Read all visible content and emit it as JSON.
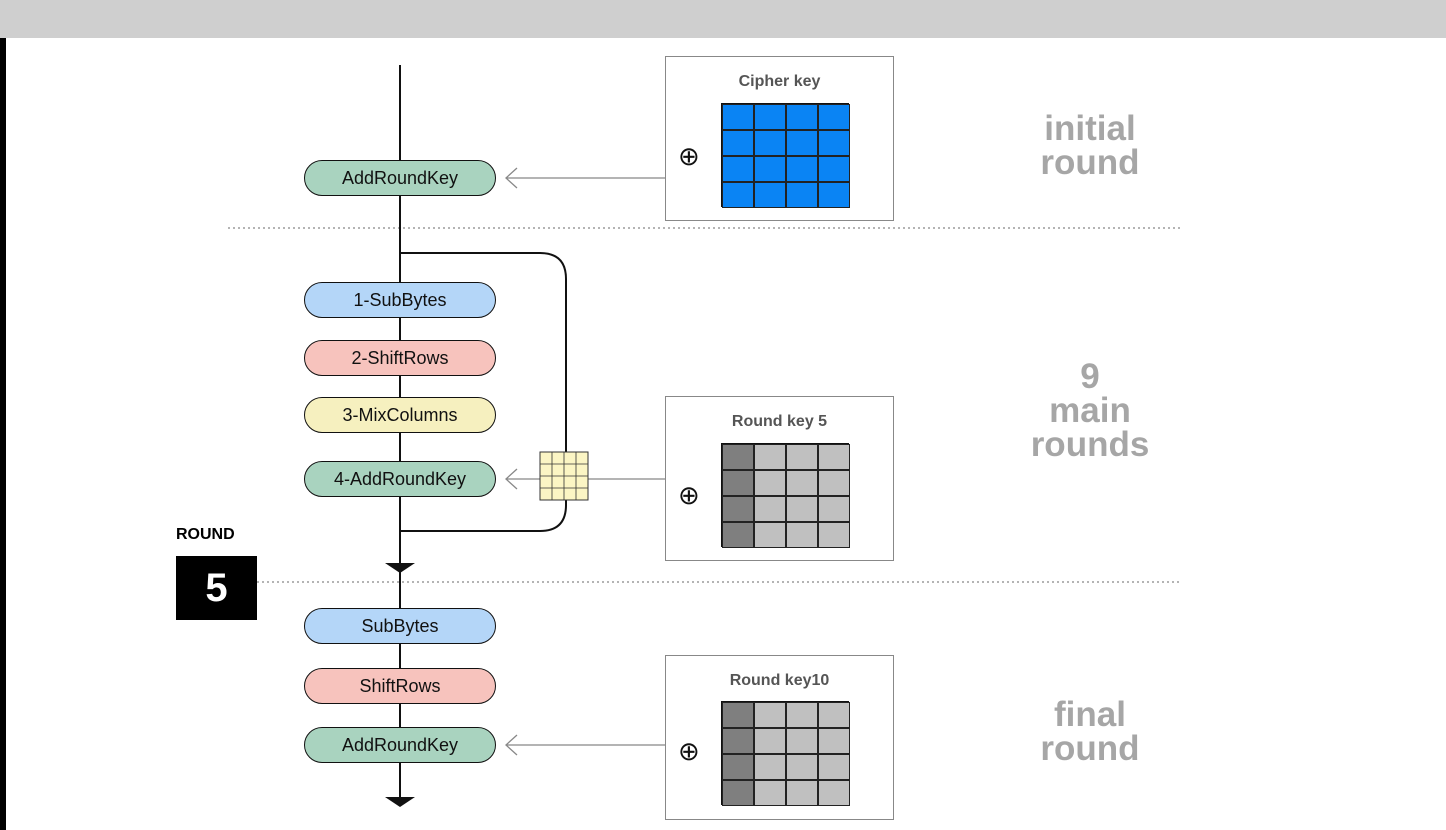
{
  "steps": {
    "initial": {
      "label": "AddRoundKey"
    },
    "main": [
      {
        "label": "1-SubBytes"
      },
      {
        "label": "2-ShiftRows"
      },
      {
        "label": "3-MixColumns"
      },
      {
        "label": "4-AddRoundKey"
      }
    ],
    "final": [
      {
        "label": "SubBytes"
      },
      {
        "label": "ShiftRows"
      },
      {
        "label": "AddRoundKey"
      }
    ]
  },
  "keys": {
    "cipher": {
      "title": "Cipher key",
      "symbol": "⊕"
    },
    "round": {
      "title": "Round key",
      "number": "5",
      "symbol": "⊕"
    },
    "final": {
      "title": "Round key",
      "number": "10",
      "symbol": "⊕"
    }
  },
  "phases": {
    "initial": [
      "initial",
      "round"
    ],
    "main": [
      "9",
      "main",
      "rounds"
    ],
    "final": [
      "final",
      "round"
    ]
  },
  "round_indicator": {
    "label": "ROUND",
    "value": "5"
  },
  "colors": {
    "addroundkey": "#a9d3bf",
    "subbytes": "#b4d6f8",
    "shiftrows": "#f7c3bd",
    "mixcolumns": "#f6f0bf",
    "cipher_key_cell": "#0a84f4",
    "key_first_col": "#7f7f7f",
    "key_cell": "#c0c0c0",
    "state_cell": "#fbf5c4"
  }
}
